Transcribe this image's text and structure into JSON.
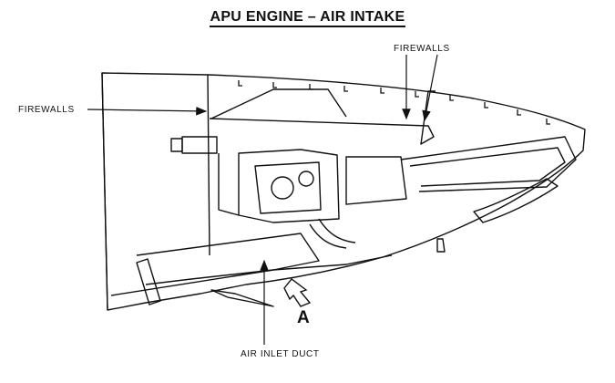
{
  "diagram": {
    "title": "APU ENGINE – AIR INTAKE",
    "labels": {
      "firewalls_left": "FIREWALLS",
      "firewalls_top": "FIREWALLS",
      "air_inlet_duct": "AIR INLET DUCT",
      "view_a": "A"
    }
  }
}
